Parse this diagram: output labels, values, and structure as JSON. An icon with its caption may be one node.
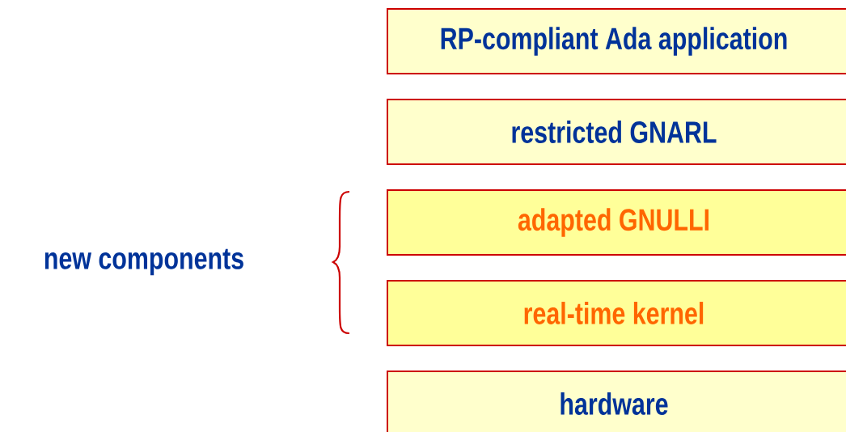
{
  "diagram": {
    "nodes": [
      {
        "text": [
          "RP-compliant Ada application"
        ]
      },
      {
        "text": [
          "restricted GNARL"
        ]
      },
      {
        "text": [
          "adapted GNULLI"
        ]
      },
      {
        "text": [
          "real-time kernel"
        ]
      },
      {
        "text": [
          "hardware"
        ]
      }
    ],
    "labels": [
      "new components"
    ]
  }
}
